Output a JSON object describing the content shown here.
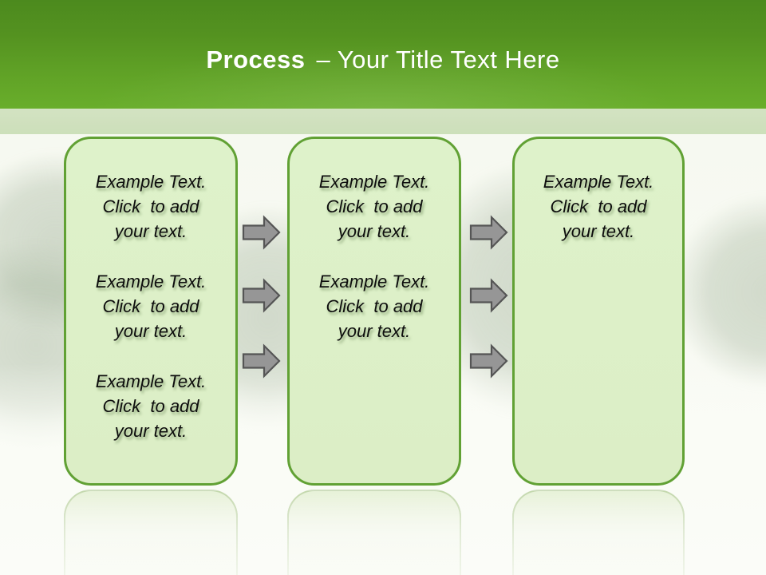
{
  "header": {
    "title_bold": "Process",
    "title_rest": "– Your Title Text Here"
  },
  "columns": [
    {
      "name": "step-1",
      "paragraphs": [
        {
          "lines": [
            "Example Text.",
            "Click  to add",
            "your text."
          ]
        },
        {
          "lines": [
            "Example Text.",
            "Click  to add",
            "your text."
          ]
        },
        {
          "lines": [
            "Example Text.",
            "Click  to add",
            "your text."
          ]
        }
      ]
    },
    {
      "name": "step-2",
      "paragraphs": [
        {
          "lines": [
            "Example Text.",
            "Click  to add",
            "your text."
          ]
        },
        {
          "lines": [
            "Example Text.",
            "Click  to add",
            "your text."
          ]
        }
      ]
    },
    {
      "name": "step-3",
      "paragraphs": [
        {
          "lines": [
            "Example Text.",
            "Click  to add",
            "your text."
          ]
        }
      ]
    }
  ],
  "icons": {
    "arrow": "right-block-arrow"
  },
  "colors": {
    "header_gradient_top": "#4c8a1e",
    "header_gradient_bottom": "#69ae2b",
    "accent_band": "#cfe0bd",
    "box_fill": "#def1c9",
    "box_border": "#61a134",
    "arrow_fill": "#969696",
    "arrow_border": "#555555",
    "title_text": "#ffffff",
    "body_text": "#0d0d0d"
  }
}
